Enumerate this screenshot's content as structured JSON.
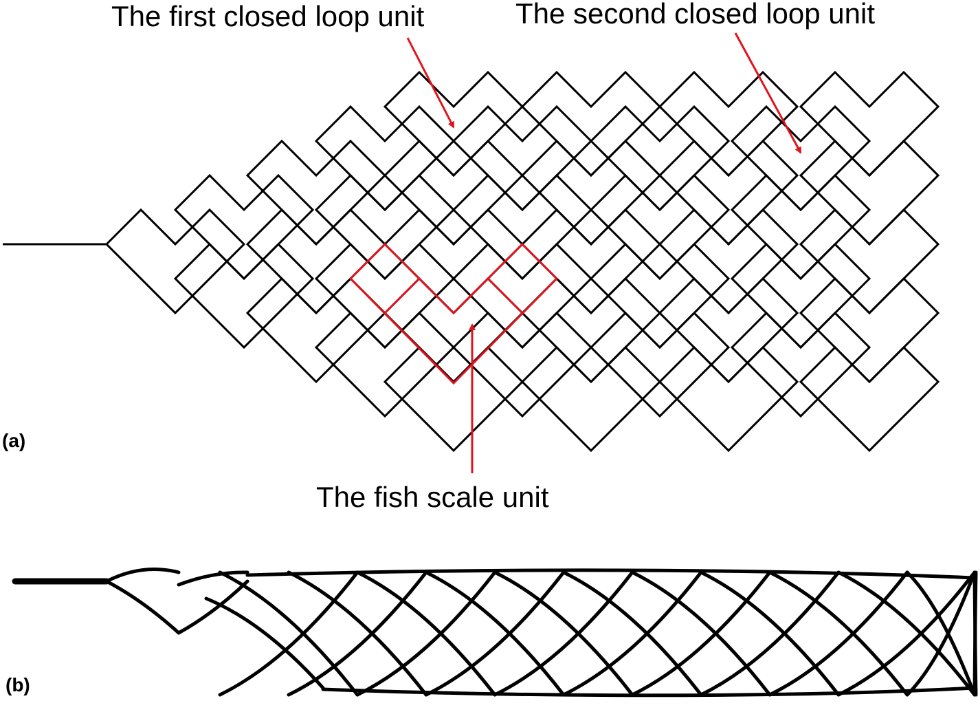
{
  "annotations": {
    "first_loop": "The first closed loop unit",
    "second_loop": "The second closed loop unit",
    "fish_scale": "The fish scale unit"
  },
  "panels": {
    "a": "(a)",
    "b": "(b)"
  },
  "colors": {
    "structure": "#000000",
    "highlight": "#e0141e",
    "background": "#ffffff"
  }
}
